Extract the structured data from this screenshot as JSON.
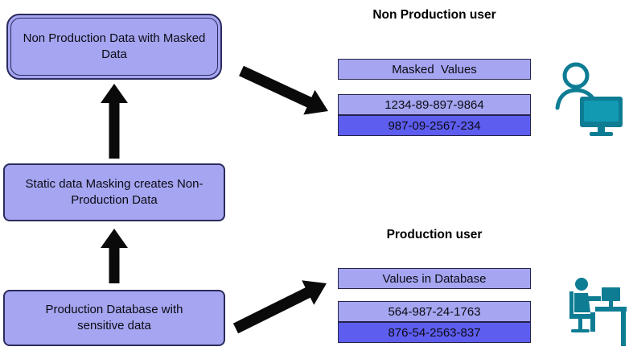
{
  "flow": {
    "boxes": [
      {
        "label": "Non Production Data with Masked Data"
      },
      {
        "label": "Static data Masking creates Non-Production Data"
      },
      {
        "label": "Production Database with sensitive data"
      }
    ]
  },
  "non_production": {
    "heading": "Non Production user",
    "table": {
      "header": "Masked  Values",
      "rows": [
        "1234-89-897-9864",
        "987-09-2567-234"
      ]
    }
  },
  "production": {
    "heading": "Production user",
    "table": {
      "header": "Values in Database",
      "rows": [
        "564-987-24-1763",
        "876-54-2563-837"
      ]
    }
  },
  "colors": {
    "box_fill": "#a5a5f1",
    "row_light": "#a5a5f1",
    "row_dark": "#5d5def",
    "border_dark": "#2b2b5e",
    "icon_teal": "#0e7d94",
    "arrow_black": "#0a0a0a"
  }
}
